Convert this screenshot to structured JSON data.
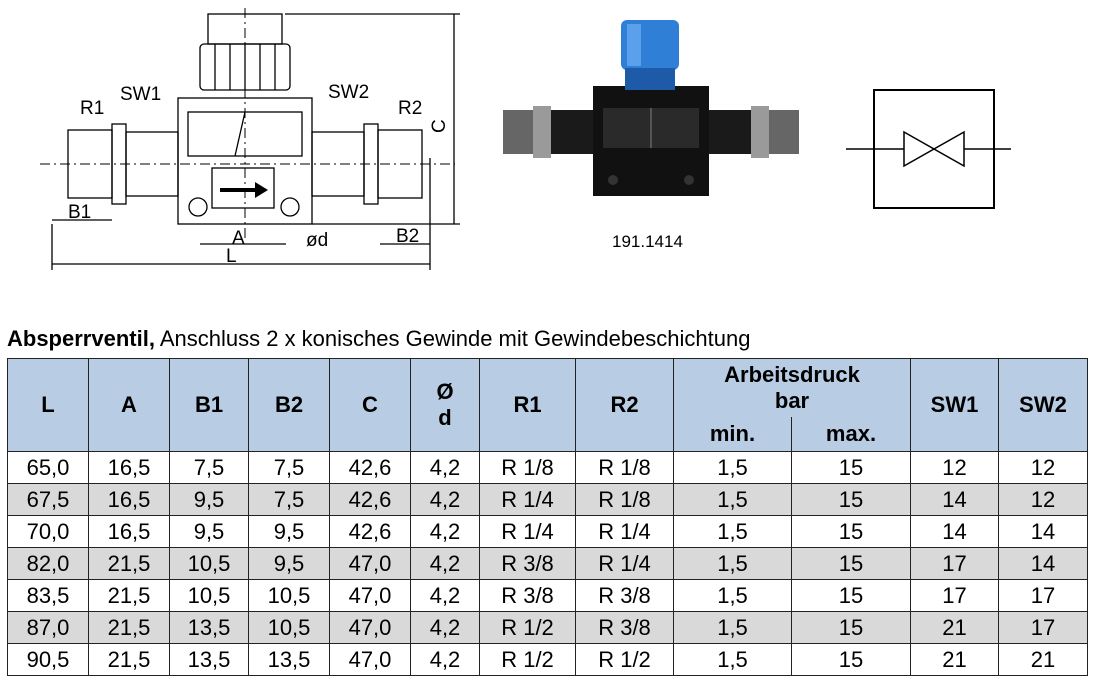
{
  "drawing": {
    "labels": {
      "r1": "R1",
      "sw1": "SW1",
      "sw2": "SW2",
      "r2": "R2",
      "c": "C",
      "b1": "B1",
      "a": "A",
      "od": "ød",
      "b2": "B2",
      "l": "L"
    }
  },
  "photo": {
    "part_number": "191.1414"
  },
  "heading": {
    "bold": "Absperrventil,",
    "rest": " Anschluss 2 x konisches Gewinde mit Gewindebeschichtung"
  },
  "table": {
    "headers": {
      "l": "L",
      "a": "A",
      "b1": "B1",
      "b2": "B2",
      "c": "C",
      "od_top": "Ø",
      "od_bottom": "d",
      "r1": "R1",
      "r2": "R2",
      "pressure_line1": "Arbeitsdruck",
      "pressure_line2": "bar",
      "min": "min.",
      "max": "max.",
      "sw1": "SW1",
      "sw2": "SW2"
    },
    "rows": [
      [
        "65,0",
        "16,5",
        "7,5",
        "7,5",
        "42,6",
        "4,2",
        "R 1/8",
        "R 1/8",
        "1,5",
        "15",
        "12",
        "12"
      ],
      [
        "67,5",
        "16,5",
        "9,5",
        "7,5",
        "42,6",
        "4,2",
        "R 1/4",
        "R 1/8",
        "1,5",
        "15",
        "14",
        "12"
      ],
      [
        "70,0",
        "16,5",
        "9,5",
        "9,5",
        "42,6",
        "4,2",
        "R 1/4",
        "R 1/4",
        "1,5",
        "15",
        "14",
        "14"
      ],
      [
        "82,0",
        "21,5",
        "10,5",
        "9,5",
        "47,0",
        "4,2",
        "R 3/8",
        "R 1/4",
        "1,5",
        "15",
        "17",
        "14"
      ],
      [
        "83,5",
        "21,5",
        "10,5",
        "10,5",
        "47,0",
        "4,2",
        "R 3/8",
        "R 3/8",
        "1,5",
        "15",
        "17",
        "17"
      ],
      [
        "87,0",
        "21,5",
        "13,5",
        "10,5",
        "47,0",
        "4,2",
        "R 1/2",
        "R 3/8",
        "1,5",
        "15",
        "21",
        "17"
      ],
      [
        "90,5",
        "21,5",
        "13,5",
        "13,5",
        "47,0",
        "4,2",
        "R 1/2",
        "R 1/2",
        "1,5",
        "15",
        "21",
        "21"
      ]
    ]
  }
}
